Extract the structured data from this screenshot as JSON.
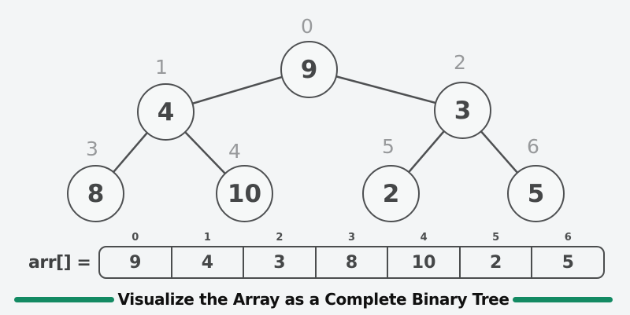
{
  "title": "Visualize the Array as a Complete Binary Tree",
  "colors": {
    "background": "#f3f5f6",
    "node_border": "#4e5052",
    "node_text": "#454748",
    "index_label": "#97999b",
    "array_border": "#4b4d4e",
    "accent_green": "#138a63",
    "caption_text": "#101010"
  },
  "tree": {
    "nodes": [
      {
        "value": "9",
        "index": "0"
      },
      {
        "value": "4",
        "index": "1"
      },
      {
        "value": "3",
        "index": "2"
      },
      {
        "value": "8",
        "index": "3"
      },
      {
        "value": "10",
        "index": "4"
      },
      {
        "value": "2",
        "index": "5"
      },
      {
        "value": "5",
        "index": "6"
      }
    ],
    "edges": [
      [
        0,
        1
      ],
      [
        0,
        2
      ],
      [
        1,
        3
      ],
      [
        1,
        4
      ],
      [
        2,
        5
      ],
      [
        2,
        6
      ]
    ]
  },
  "array": {
    "label": "arr[] =",
    "cells": [
      {
        "index": "0",
        "value": "9"
      },
      {
        "index": "1",
        "value": "4"
      },
      {
        "index": "2",
        "value": "3"
      },
      {
        "index": "3",
        "value": "8"
      },
      {
        "index": "4",
        "value": "10"
      },
      {
        "index": "5",
        "value": "2"
      },
      {
        "index": "6",
        "value": "5"
      }
    ]
  },
  "caption": {
    "text": "Visualize the Array as a Complete Binary Tree"
  }
}
